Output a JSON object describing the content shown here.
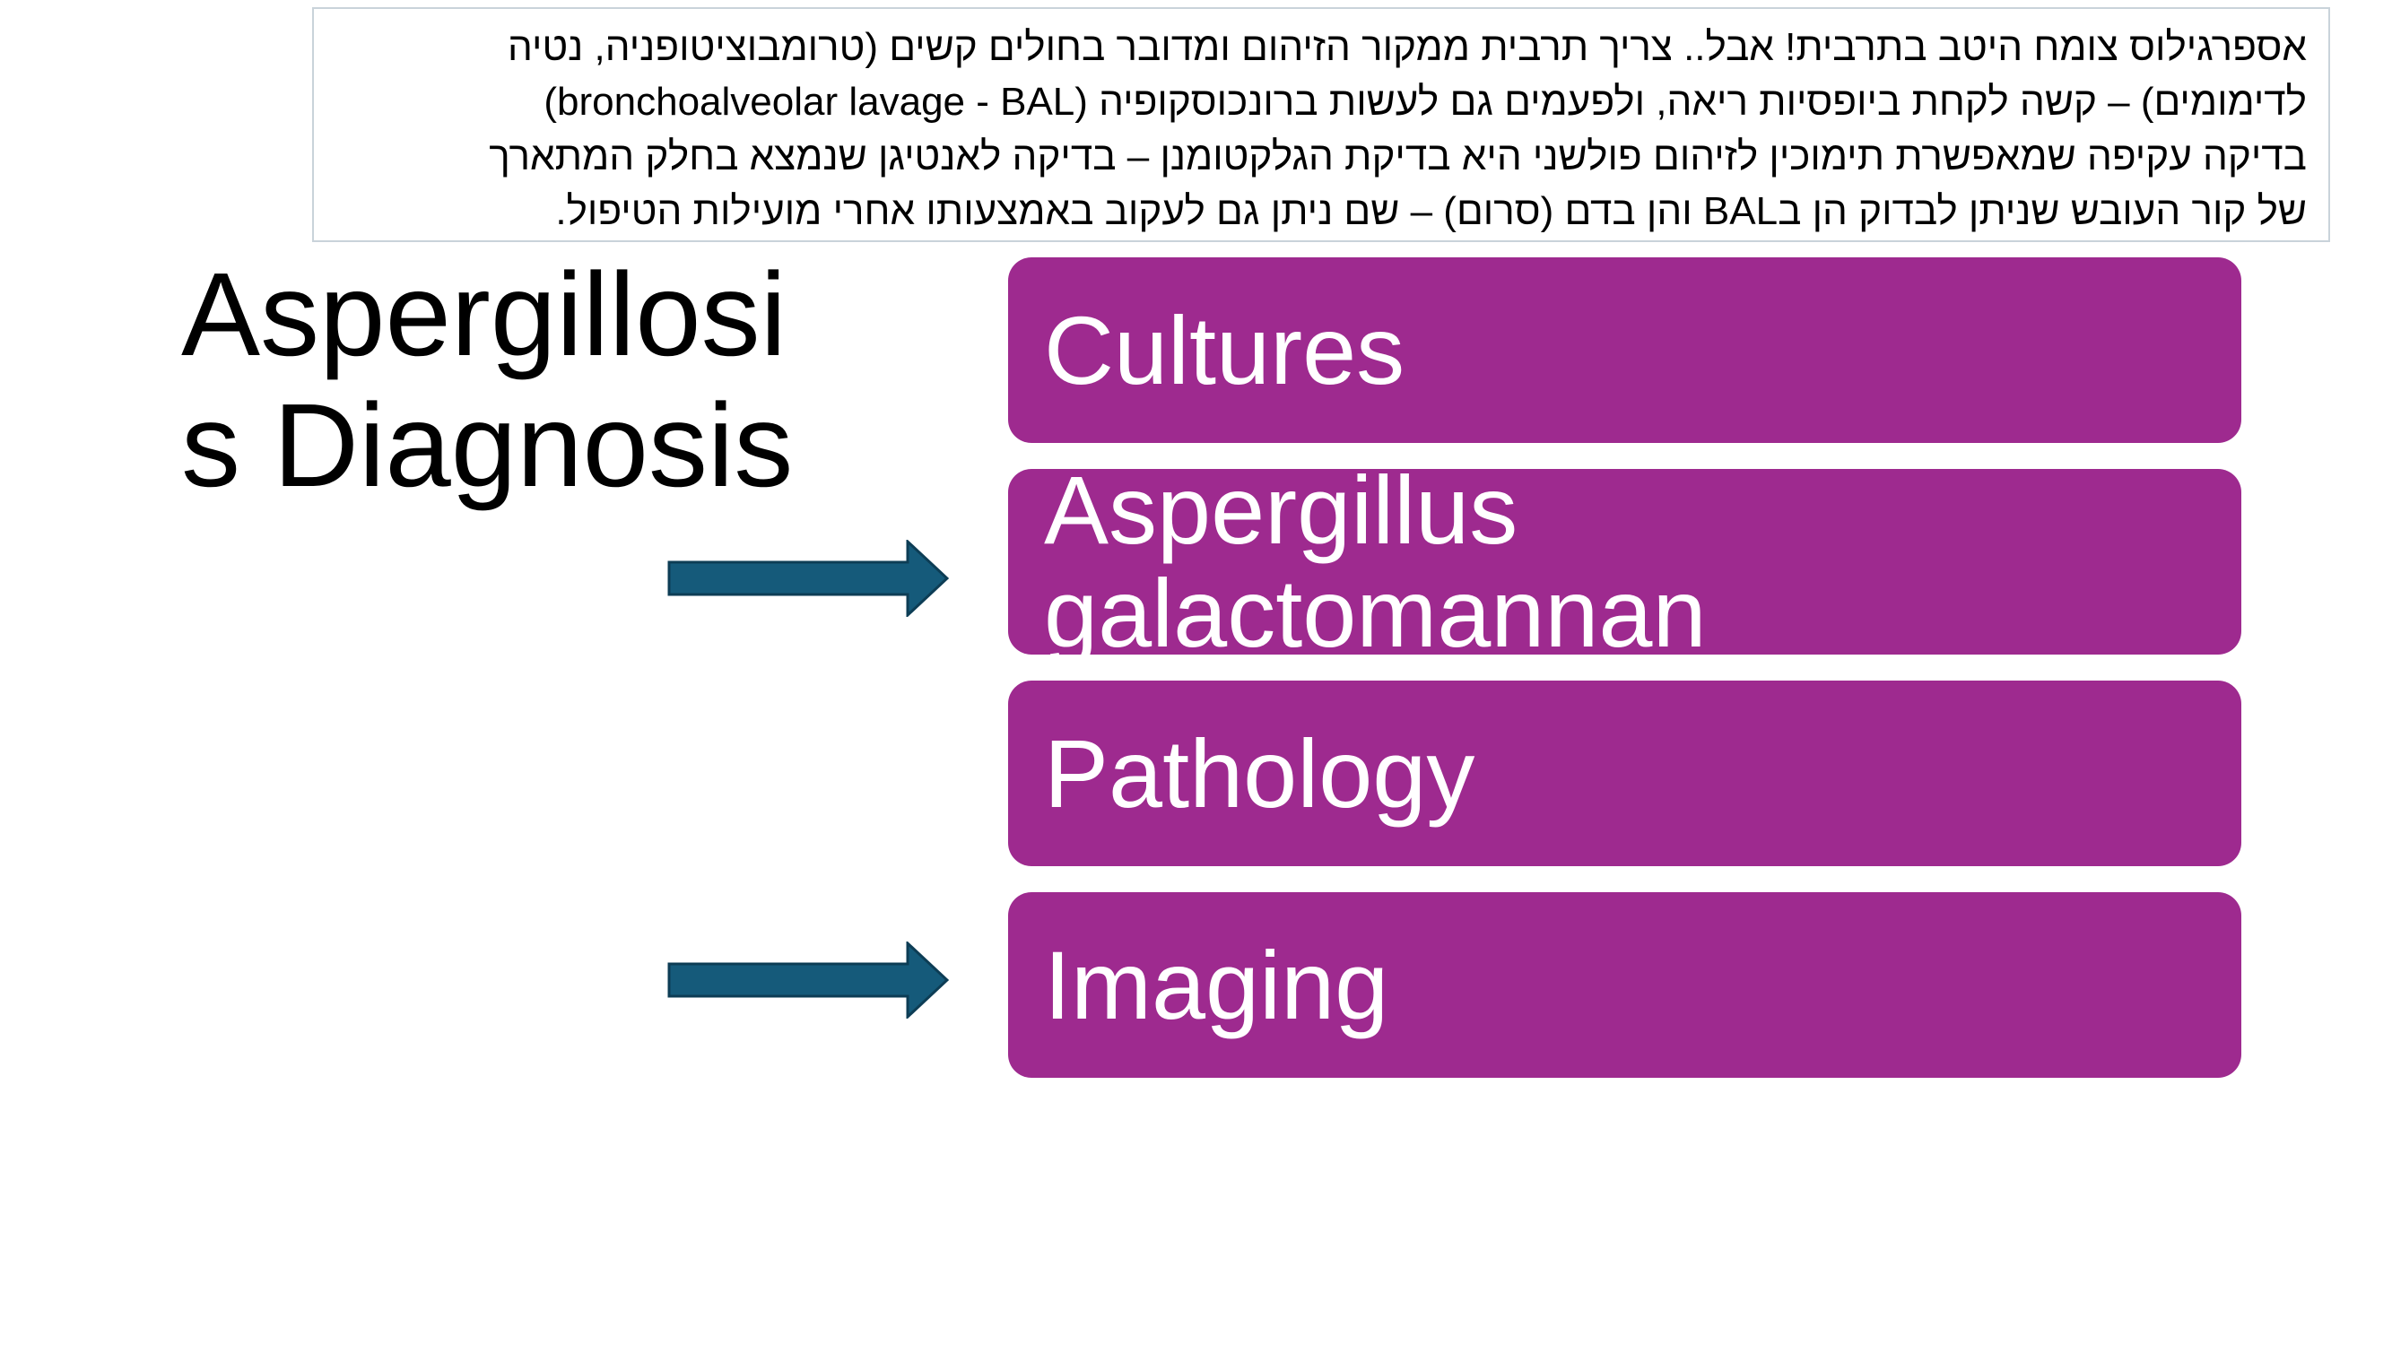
{
  "notes": {
    "lines": [
      "אספרגילוס צומח היטב בתרבית! אבל.. צריך תרבית ממקור הזיהום ומדובר בחולים קשים (טרומבוציטופניה, נטיה",
      "לדימומים) – קשה לקחת ביופסיות ריאה, ולפעמים גם לעשות ברונכוסקופיה (bronchoalveolar lavage - BAL)",
      "בדיקה עקיפה שמאפשרת תימוכין לזיהום פולשני היא בדיקת הגלקטומנן – בדיקה לאנטיגן שנמצא בחלק המתארך",
      "של קור העובש שניתן לבדוק הן בBAL והן בדם (סרום) – שם ניתן גם לעקוב באמצעותו אחרי מועילות הטיפול."
    ]
  },
  "title": {
    "line1": "Aspergillosi",
    "line2": "s Diagnosis"
  },
  "cards": [
    {
      "label": "Cultures"
    },
    {
      "label_line1": "Aspergillus",
      "label_line2": "galactomannan"
    },
    {
      "label": "Pathology"
    },
    {
      "label": "Imaging"
    }
  ],
  "colors": {
    "card_fill": "#9e2a8f",
    "arrow_fill": "#155a7a",
    "arrow_stroke": "#0d3d55",
    "note_border": "#c9d3da"
  },
  "icons": {
    "arrow": "arrow-right-icon"
  }
}
